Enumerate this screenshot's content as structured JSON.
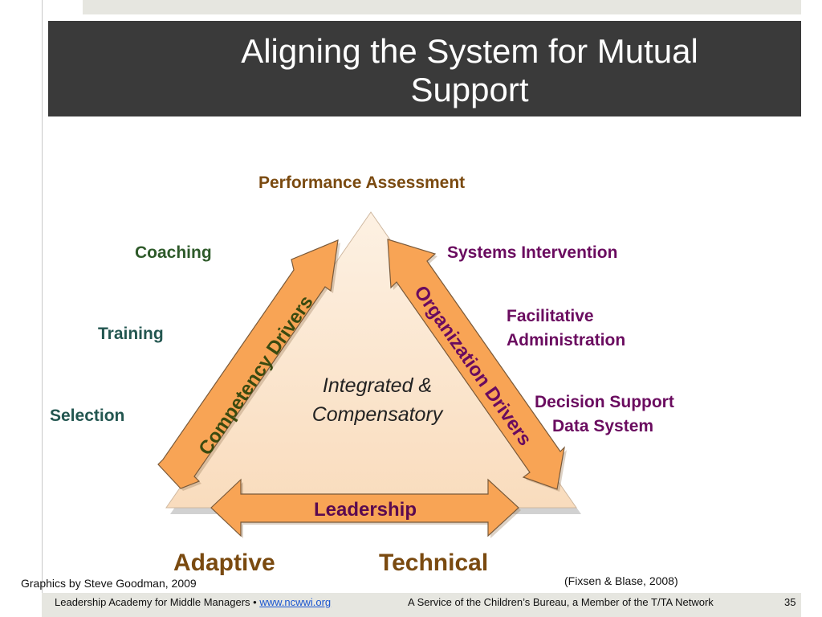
{
  "slide": {
    "title_line1": "Aligning the System for Mutual",
    "title_line2": "Support"
  },
  "diagram": {
    "top_label": "Performance Assessment",
    "competency_drivers": [
      "Coaching",
      "Training",
      "Selection"
    ],
    "organization_drivers": [
      "Systems Intervention",
      "Facilitative",
      "Administration",
      "Decision Support",
      "Data System"
    ],
    "left_arrow_label": "Competency Drivers",
    "right_arrow_label": "Organization Drivers",
    "bottom_arrow_label": "Leadership",
    "center_line1": "Integrated &",
    "center_line2": "Compensatory",
    "bottom_left": "Adaptive",
    "bottom_right": "Technical"
  },
  "credits": {
    "graphics": "Graphics by Steve Goodman, 2009",
    "citation": "(Fixsen & Blase, 2008)"
  },
  "footer": {
    "left_text": "Leadership Academy for Middle Managers •",
    "link_text": "www.ncwwi.org",
    "center_text": "A Service of the Children’s Bureau, a Member of the T/TA Network",
    "page_number": "35"
  },
  "colors": {
    "title_bar": "#3a3a3a",
    "arrow_fill": "#f8a455",
    "triangle_fill": "#fbe1c6",
    "brown_text": "#7a4a10",
    "purple_text": "#6a0b5f"
  }
}
